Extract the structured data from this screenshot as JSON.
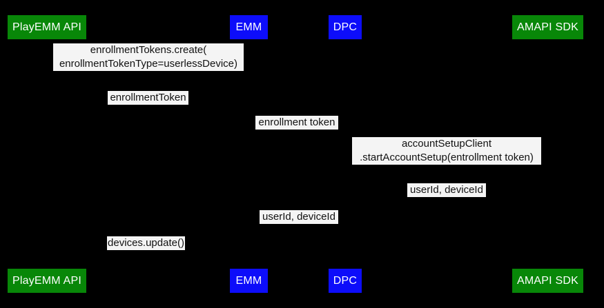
{
  "colors": {
    "background": "#000000",
    "actor_green": "#088708",
    "actor_blue": "#0d0dfa",
    "actor_text": "#ffffff",
    "label_bg": "#f4f4f4",
    "label_text": "#111111"
  },
  "actors": {
    "top": [
      {
        "label": "PlayEMM API"
      },
      {
        "label": "EMM"
      },
      {
        "label": "DPC"
      },
      {
        "label": "AMAPI SDK"
      }
    ],
    "bottom": [
      {
        "label": "PlayEMM API"
      },
      {
        "label": "EMM"
      },
      {
        "label": "DPC"
      },
      {
        "label": "AMAPI SDK"
      }
    ]
  },
  "messages": [
    {
      "line1": "enrollmentTokens.create(",
      "line2": "enrollmentTokenType=userlessDevice)"
    },
    {
      "line1": "enrollmentToken"
    },
    {
      "line1": "enrollment token"
    },
    {
      "line1": "accountSetupClient",
      "line2": ".startAccountSetup(entrollment token)"
    },
    {
      "line1": "userId, deviceId"
    },
    {
      "line1": "userId, deviceId"
    },
    {
      "line1": "devices.update()"
    }
  ]
}
